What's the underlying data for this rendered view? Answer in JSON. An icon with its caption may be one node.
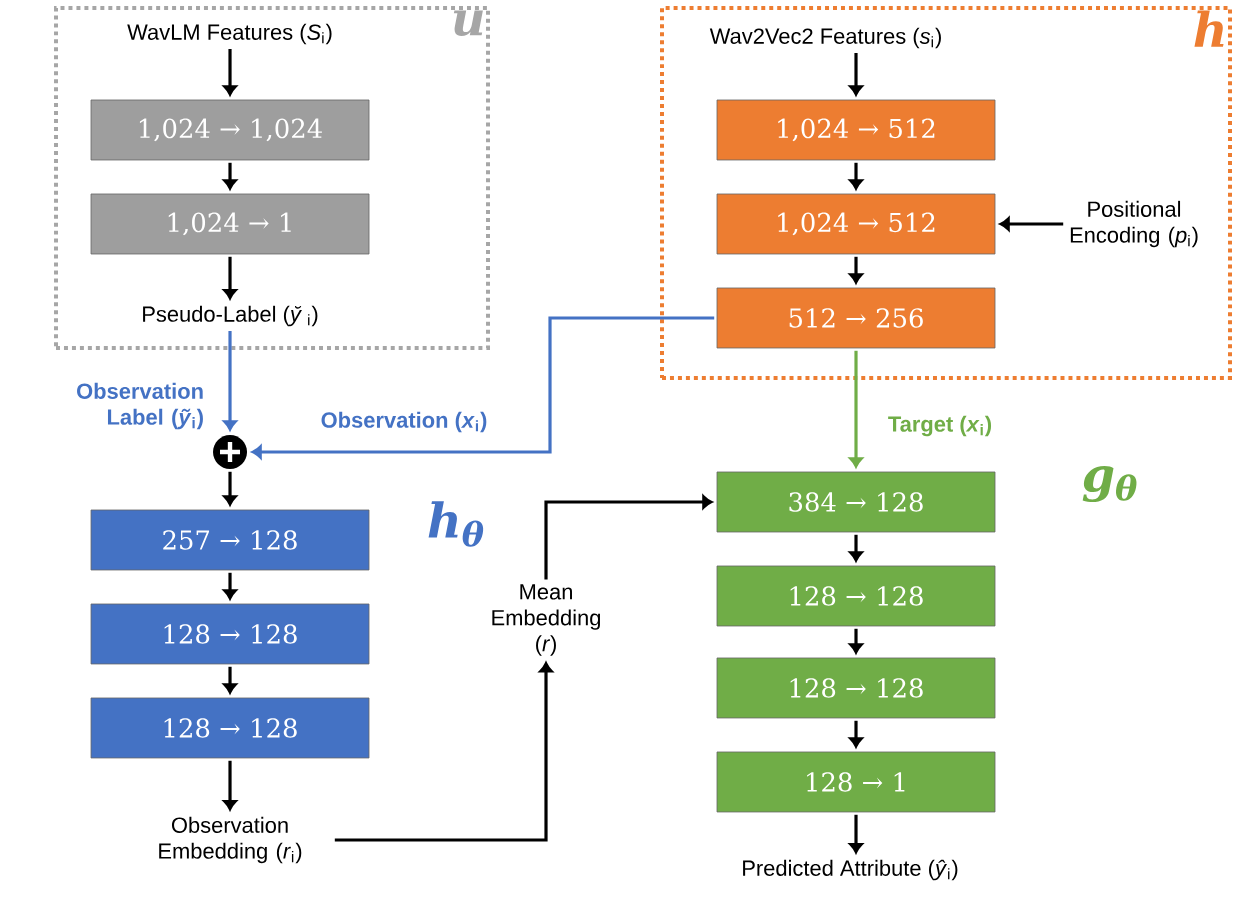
{
  "diagram": {
    "nodes": [
      {
        "text": [
          "u"
        ]
      },
      {
        "text": [
          "WavLM Features (*S*$_{i}$)"
        ],
        "in": 0
      },
      {
        "text": [
          "1,024 → 1,024"
        ],
        "in": 0
      },
      {
        "text": [
          "1,024 → 1"
        ],
        "in": 0
      },
      {
        "text": [
          "Pseudo-Label (*y̆*$_{i}$)"
        ],
        "in": 0
      },
      {
        "text": [
          "h"
        ]
      },
      {
        "text": [
          "Wav2Vec2 Features (*s*$_{i}$)"
        ],
        "in": 5
      },
      {
        "text": [
          "1,024 → 512"
        ],
        "in": 5
      },
      {
        "text": [
          "1,024 → 512"
        ],
        "in": 5
      },
      {
        "text": [
          "Positional Encoding (*p*$_{i}$)"
        ],
        "in": 5
      },
      {
        "text": [
          "512 → 256"
        ],
        "in": 5
      },
      {
        "text": [],
        "shape": "circle"
      },
      {
        "text": [
          "257 → 128"
        ]
      },
      {
        "text": [
          "128 → 128"
        ]
      },
      {
        "text": [
          "128 → 128"
        ]
      },
      {
        "text": [
          "Observation Embedding (*r*$_{i}$)"
        ]
      },
      {
        "text": [
          "Mean Embedding (*r*)"
        ]
      },
      {
        "text": [
          "384 → 128"
        ]
      },
      {
        "text": [
          "128 → 128"
        ]
      },
      {
        "text": [
          "128 → 128"
        ]
      },
      {
        "text": [
          "128 → 1"
        ]
      },
      {
        "text": [
          "Predicted Attribute (*ŷ*$_{i}$)"
        ]
      }
    ],
    "edges": [
      {
        "from": 1,
        "to": 2,
        "arrow": "to"
      },
      {
        "from": 2,
        "to": 3,
        "arrow": "to"
      },
      {
        "from": 3,
        "to": 4,
        "arrow": "to"
      },
      {
        "from": 4,
        "to": 11,
        "arrow": "to",
        "label": "Observation Label (*ỹ*$_{i}$)",
        "color": "#4472c4"
      },
      {
        "from": 6,
        "to": 7,
        "arrow": "to"
      },
      {
        "from": 7,
        "to": 8,
        "arrow": "to"
      },
      {
        "from": 9,
        "to": 8,
        "arrow": "to"
      },
      {
        "from": 8,
        "to": 10,
        "arrow": "to"
      },
      {
        "from": 10,
        "to": 11,
        "arrow": "to",
        "label": "Observation (*x*$_{i}$)",
        "color": "#4472c4"
      },
      {
        "from": 10,
        "to": 17,
        "arrow": "to",
        "label": "Target (*x*$_{i}$)",
        "color": "#70ad47"
      },
      {
        "from": 11,
        "to": 12,
        "arrow": "to"
      },
      {
        "from": 12,
        "to": 13,
        "arrow": "to"
      },
      {
        "from": 13,
        "to": 14,
        "arrow": "to"
      },
      {
        "from": 14,
        "to": 15,
        "arrow": "to"
      },
      {
        "from": 15,
        "to": 16,
        "arrow": "to"
      },
      {
        "from": 16,
        "to": 17,
        "arrow": "to"
      },
      {
        "from": 17,
        "to": 18,
        "arrow": "to"
      },
      {
        "from": 18,
        "to": 19,
        "arrow": "to"
      },
      {
        "from": 19,
        "to": 20,
        "arrow": "to"
      },
      {
        "from": 20,
        "to": 21,
        "arrow": "to"
      }
    ],
    "labels": [
      "h$_{θ}$",
      "g$_{θ}$"
    ]
  }
}
